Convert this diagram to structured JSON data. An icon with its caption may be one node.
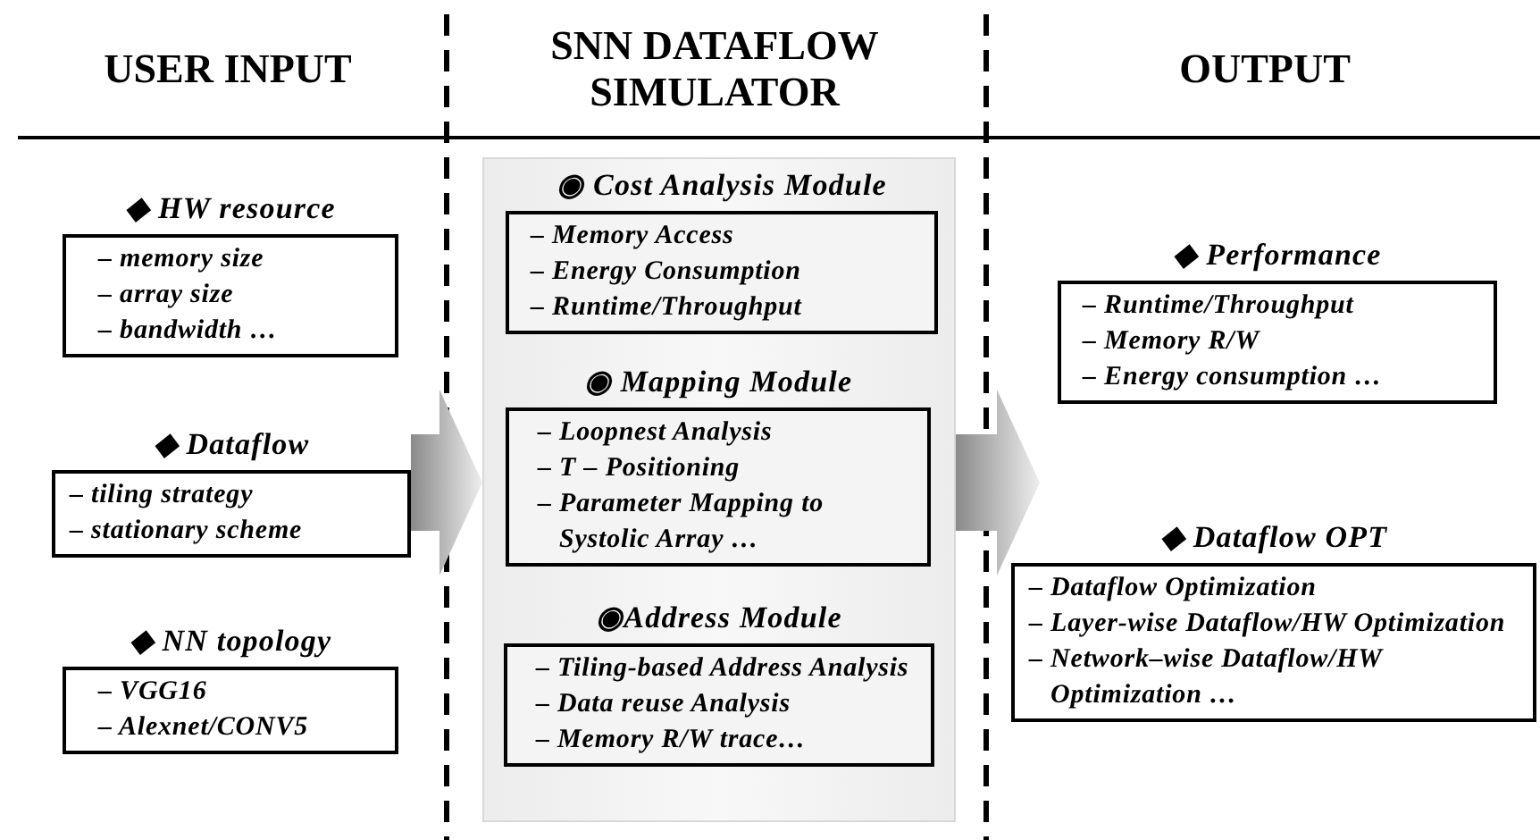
{
  "diagram": {
    "nodes": [
      {
        "text": [
          "◆ HW resource",
          "– memory size",
          "– array size",
          "– bandwidth …"
        ]
      },
      {
        "text": [
          "◆ Dataflow",
          "– tiling strategy",
          "– stationary scheme"
        ]
      },
      {
        "text": [
          "◆ NN topology",
          "– VGG16",
          "– Alexnet/CONV5"
        ]
      },
      {
        "text": [],
        "shape": "box"
      },
      {
        "text": [
          "◉ Cost Analysis Module",
          "– Memory Access",
          "– Energy Consumption",
          "– Runtime/Throughput"
        ],
        "in": 3
      },
      {
        "text": [
          "◉ Mapping Module",
          "– Loopnest Analysis",
          "– T – Positioning",
          "– Parameter Mapping to Systolic Array …"
        ],
        "in": 3
      },
      {
        "text": [
          "◉Address Module",
          "– Tiling-based Address Analysis",
          "– Data reuse Analysis",
          "– Memory R/W trace…"
        ],
        "in": 3
      },
      {
        "text": [
          "◆ Performance",
          "– Runtime/Throughput",
          "– Memory R/W",
          "– Energy consumption …"
        ]
      },
      {
        "text": [
          "◆ Dataflow OPT",
          "– Dataflow Optimization",
          "– Layer-wise Dataflow/HW Optimization",
          "– Network–wise Dataflow/HW Optimization …"
        ]
      }
    ],
    "edges": [
      {
        "from": 1,
        "to": 3,
        "arrow": "to"
      },
      {
        "from": 3,
        "to": null,
        "arrow": "to"
      }
    ],
    "labels": [
      "USER INPUT",
      "SNN DATAFLOW SIMULATOR",
      "OUTPUT"
    ]
  }
}
